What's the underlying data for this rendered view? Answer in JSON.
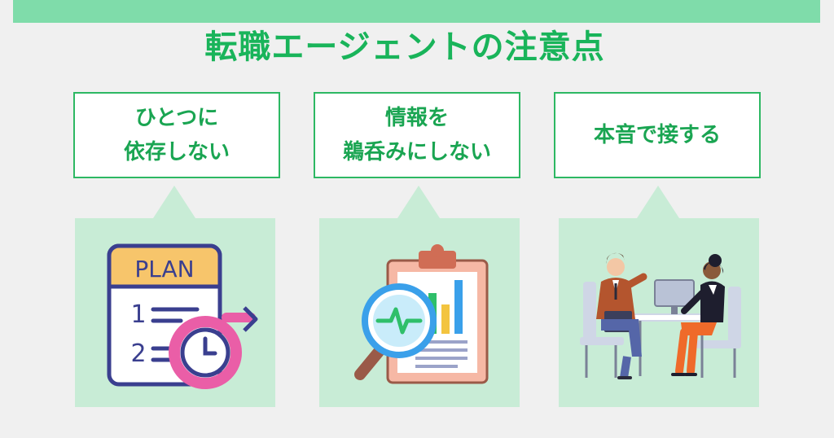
{
  "title": "転職エージェントの注意点",
  "cards": [
    {
      "label": "ひとつに\n依存しない",
      "icon": "plan-clock-icon",
      "plan_text": "PLAN",
      "list_numbers": [
        "1",
        "2"
      ]
    },
    {
      "label": "情報を\n鵜呑みにしない",
      "icon": "clipboard-magnifier-icon"
    },
    {
      "label": "本音で接する",
      "icon": "business-meeting-icon"
    }
  ],
  "colors": {
    "accent_green": "#19b45a",
    "top_bar": "#7fdcaa",
    "card_bg": "#c8ecd6",
    "border_green": "#2db863"
  }
}
